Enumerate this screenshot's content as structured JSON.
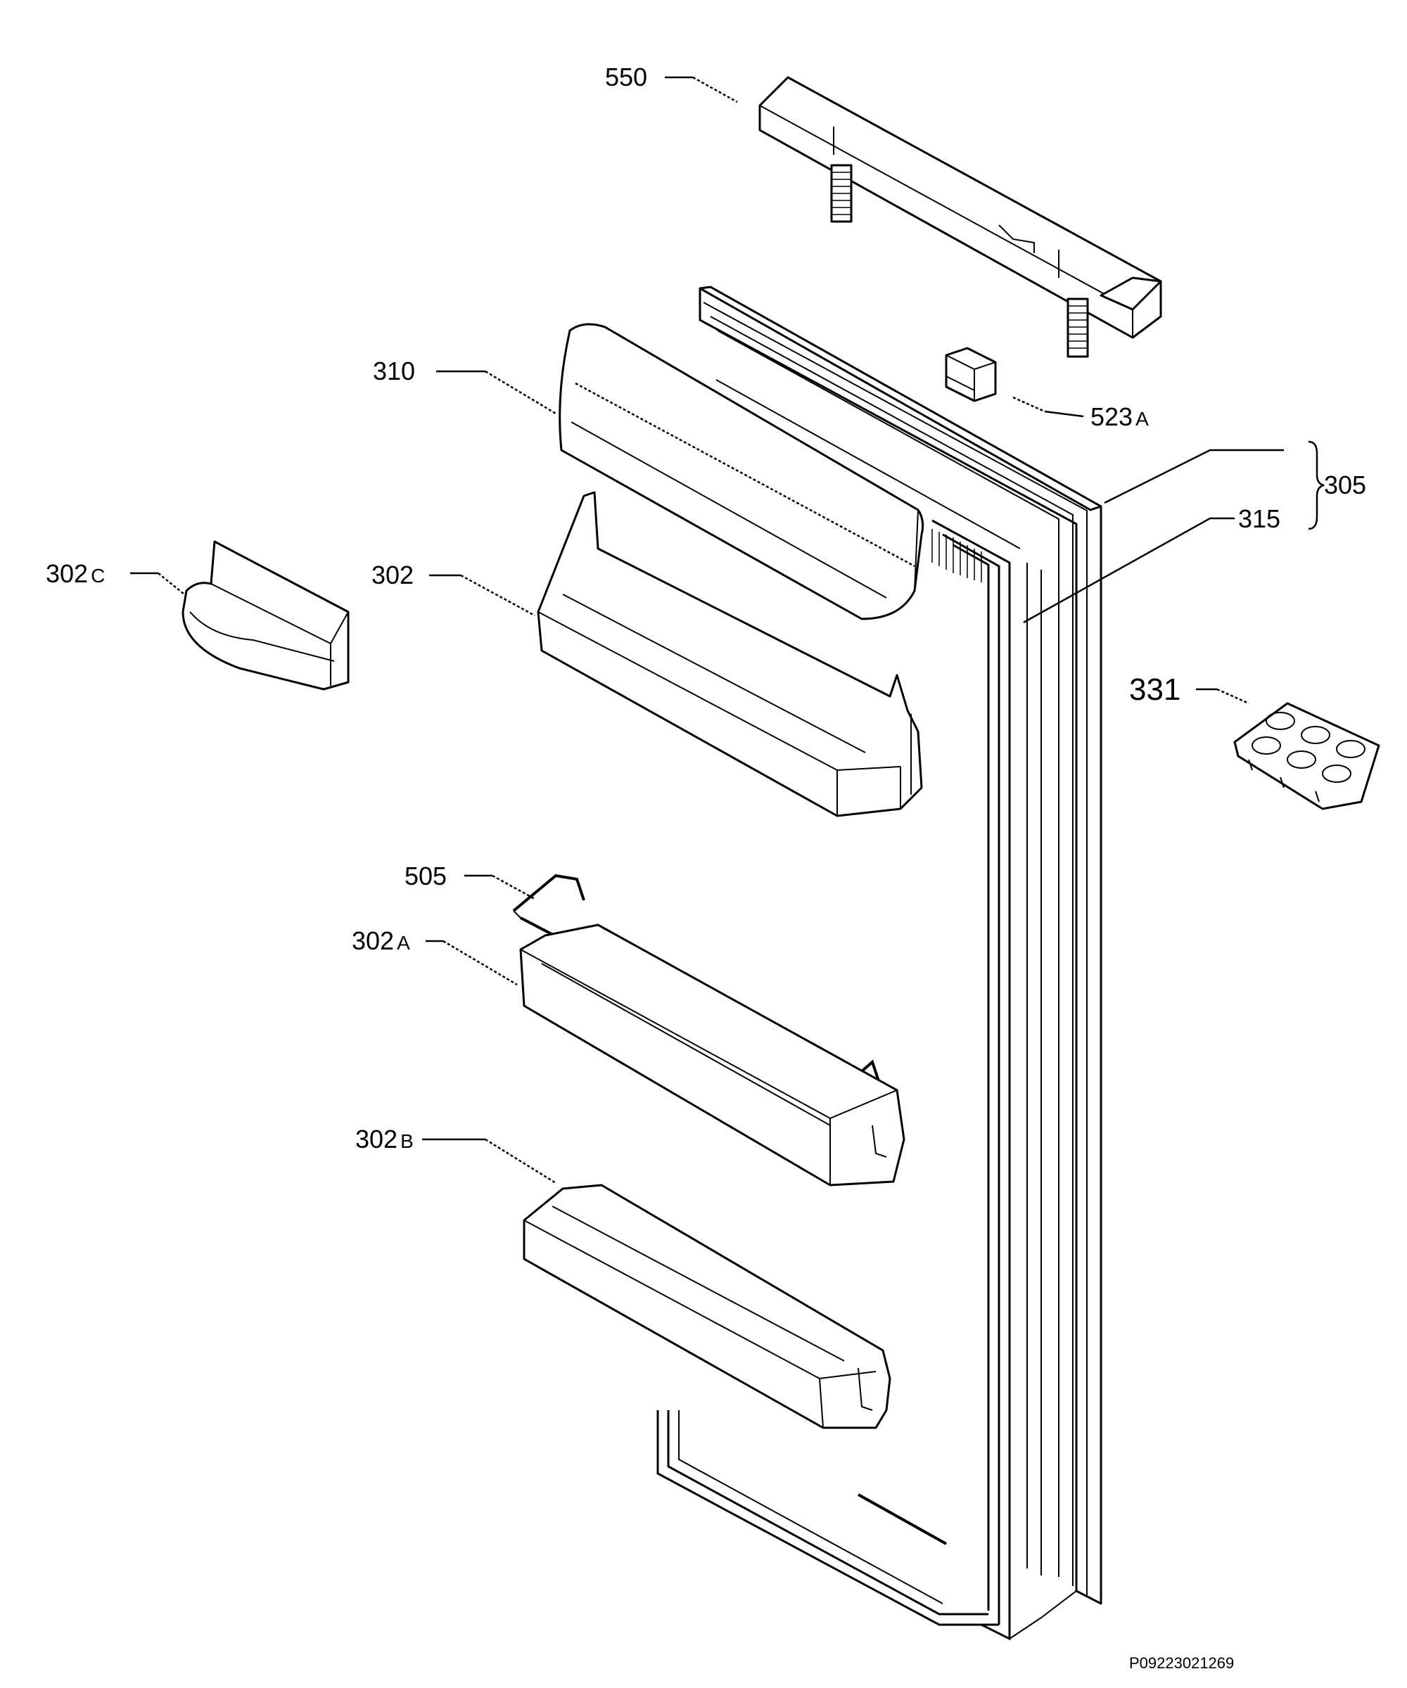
{
  "diagram": {
    "labels": {
      "550": "550",
      "310": "310",
      "523a_num": "523",
      "523a_suffix": "A",
      "305": "305",
      "315": "315",
      "302c_num": "302",
      "302c_suffix": "C",
      "302": "302",
      "331": "331",
      "505": "505",
      "302a_num": "302",
      "302a_suffix": "A",
      "302b_num": "302",
      "302b_suffix": "B"
    },
    "drawing_code": "P09223021269"
  }
}
